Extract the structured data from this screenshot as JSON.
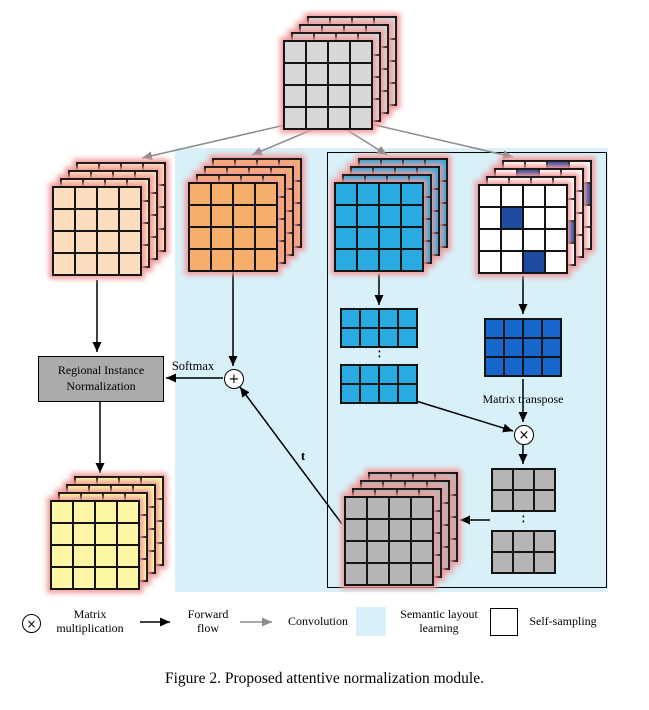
{
  "colors": {
    "semantic_region": "#d8f0f8",
    "glow": "#f29b9b",
    "grid_line": "#141414",
    "top_stack_cell": "#d8d8d8",
    "content_stack_cell": "#fbdcbd",
    "attention_stack_cell": "#f6ae6b",
    "blue_stack_cell": "#29aae1",
    "white_stack_cell": "#ffffff",
    "sample_cell": "#1c4ba0",
    "dark_matrix_cell": "#1666cc",
    "gray_cell": "#b5b5b5",
    "yellow_stack_cell": "#fcf6a5",
    "rin_box_fill": "#ababab",
    "arrow_black": "#000000",
    "arrow_gray": "#8c8c8c"
  },
  "labels": {
    "rin_line1": "Regional Instance",
    "rin_line2": "Normalization",
    "softmax": "Softmax",
    "matrix_transpose": "Matrix transpose",
    "t": "t",
    "plus": "+",
    "times": "×",
    "vdots": "⋮"
  },
  "self_sampling_patterns": {
    "l1": [
      [
        0,
        2
      ],
      [
        1,
        3
      ]
    ],
    "l2": [
      [
        0,
        1
      ]
    ],
    "l3": [
      [
        2,
        3
      ]
    ],
    "l4": [
      [
        1,
        1
      ],
      [
        3,
        2
      ]
    ]
  },
  "legend": {
    "items": [
      {
        "line1": "Matrix",
        "line2": "multiplication"
      },
      {
        "line1": "Forward",
        "line2": "flow"
      },
      {
        "line1": "Convolution",
        "line2": ""
      },
      {
        "line1": "Semantic layout",
        "line2": "learning"
      },
      {
        "line1": "Self-sampling",
        "line2": ""
      }
    ]
  },
  "caption": "Figure 2. Proposed attentive normalization module."
}
